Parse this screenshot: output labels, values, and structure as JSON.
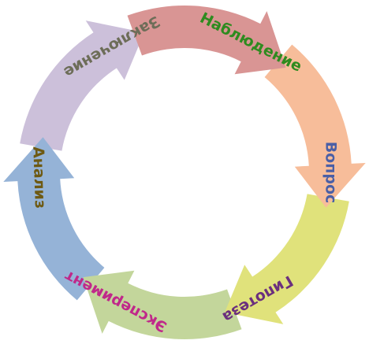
{
  "cycle": {
    "steps": [
      {
        "id": "observation",
        "label": "Наблюдение",
        "fill": "#d99594",
        "text_color": "#2e8b1f"
      },
      {
        "id": "question",
        "label": "Вопрос",
        "fill": "#f7bd9a",
        "text_color": "#4a5fa6"
      },
      {
        "id": "hypothesis",
        "label": "Гипотеза",
        "fill": "#e0e27b",
        "text_color": "#6b2f7e"
      },
      {
        "id": "experiment",
        "label": "Эксперимент",
        "fill": "#c3d69b",
        "text_color": "#c0288a"
      },
      {
        "id": "analysis",
        "label": "Анализ",
        "fill": "#95b3d7",
        "text_color": "#6e5a13"
      },
      {
        "id": "conclusion",
        "label": "Заключение",
        "fill": "#ccc0da",
        "text_color": "#6d6d58"
      }
    ]
  }
}
